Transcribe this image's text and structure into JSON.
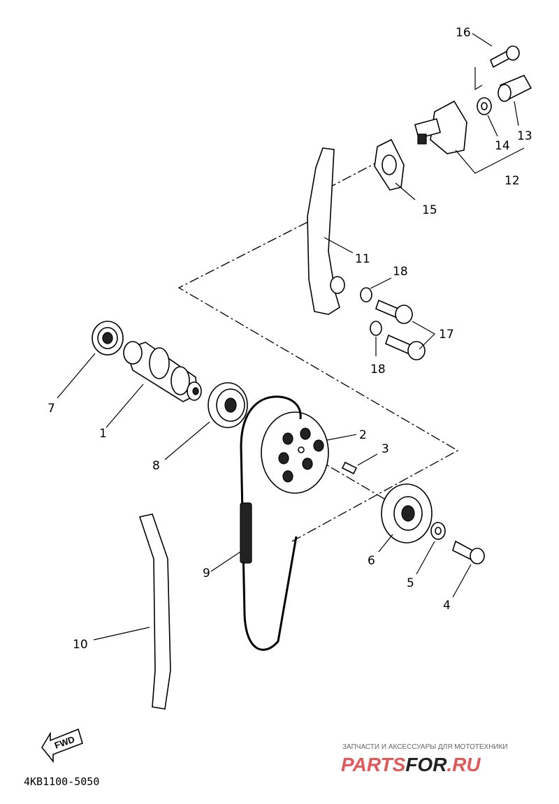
{
  "diagram": {
    "callouts": [
      {
        "id": "16",
        "text": "16"
      },
      {
        "id": "13",
        "text": "13"
      },
      {
        "id": "14",
        "text": "14"
      },
      {
        "id": "12",
        "text": "12"
      },
      {
        "id": "15",
        "text": "15"
      },
      {
        "id": "11",
        "text": "11"
      },
      {
        "id": "18a",
        "text": "18"
      },
      {
        "id": "17",
        "text": "17"
      },
      {
        "id": "18b",
        "text": "18"
      },
      {
        "id": "7",
        "text": "7"
      },
      {
        "id": "1",
        "text": "1"
      },
      {
        "id": "8",
        "text": "8"
      },
      {
        "id": "2",
        "text": "2"
      },
      {
        "id": "3",
        "text": "3"
      },
      {
        "id": "9",
        "text": "9"
      },
      {
        "id": "6",
        "text": "6"
      },
      {
        "id": "5",
        "text": "5"
      },
      {
        "id": "4",
        "text": "4"
      },
      {
        "id": "10",
        "text": "10"
      }
    ],
    "fwd_label": "FWD",
    "diagram_code": "4KB1100-5050"
  },
  "watermark": {
    "subtitle": "ЗАПЧАСТИ И АКСЕССУАРЫ ДЛЯ МОТОТЕХНИКИ",
    "brand_part1": "PARTS",
    "brand_part2": "FOR",
    "brand_part3": ".RU",
    "color_primary": "#e05a5a",
    "color_secondary": "#222222"
  }
}
